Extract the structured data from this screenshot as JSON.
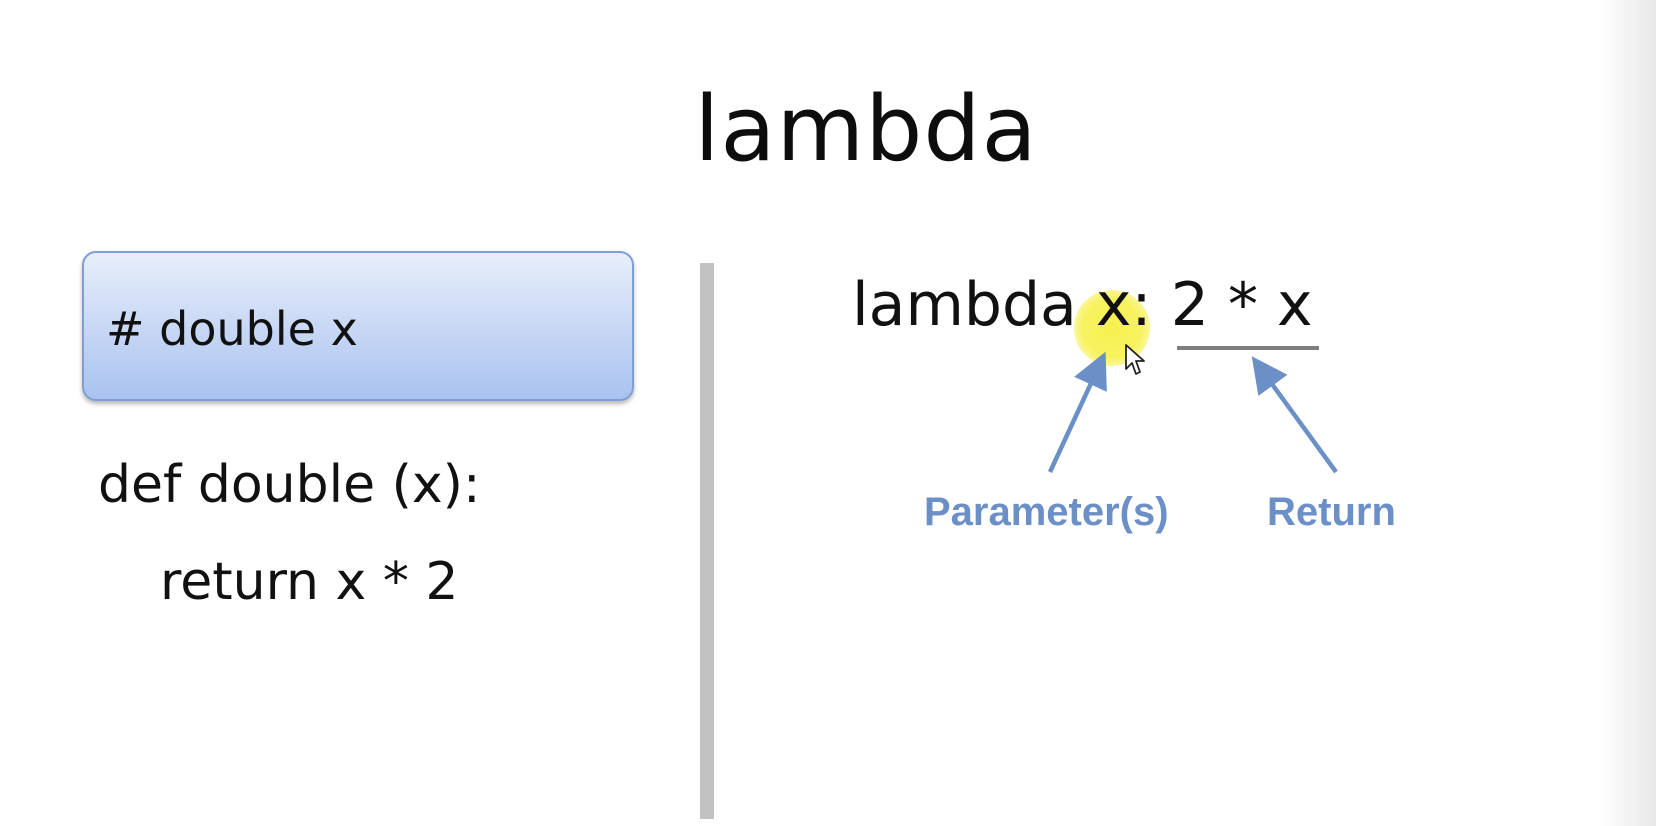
{
  "slide": {
    "title": "lambda"
  },
  "left_panel": {
    "comment": "# double x",
    "code_lines": [
      "def double (x):",
      "return x * 2"
    ]
  },
  "right_panel": {
    "expression": "lambda x: 2 * x",
    "annotations": [
      {
        "label": "Parameter(s)"
      },
      {
        "label": "Return"
      }
    ]
  },
  "colors": {
    "annotation_color": "#6b8fc7",
    "comment_box_top": "#e8effb",
    "comment_box_bottom": "#a9c2ef",
    "divider": "#c2c2c2",
    "cursor_highlight": "#f6f046"
  },
  "icons": {
    "pointer": "mouse-pointer-icon",
    "highlight": "cursor-highlight"
  }
}
